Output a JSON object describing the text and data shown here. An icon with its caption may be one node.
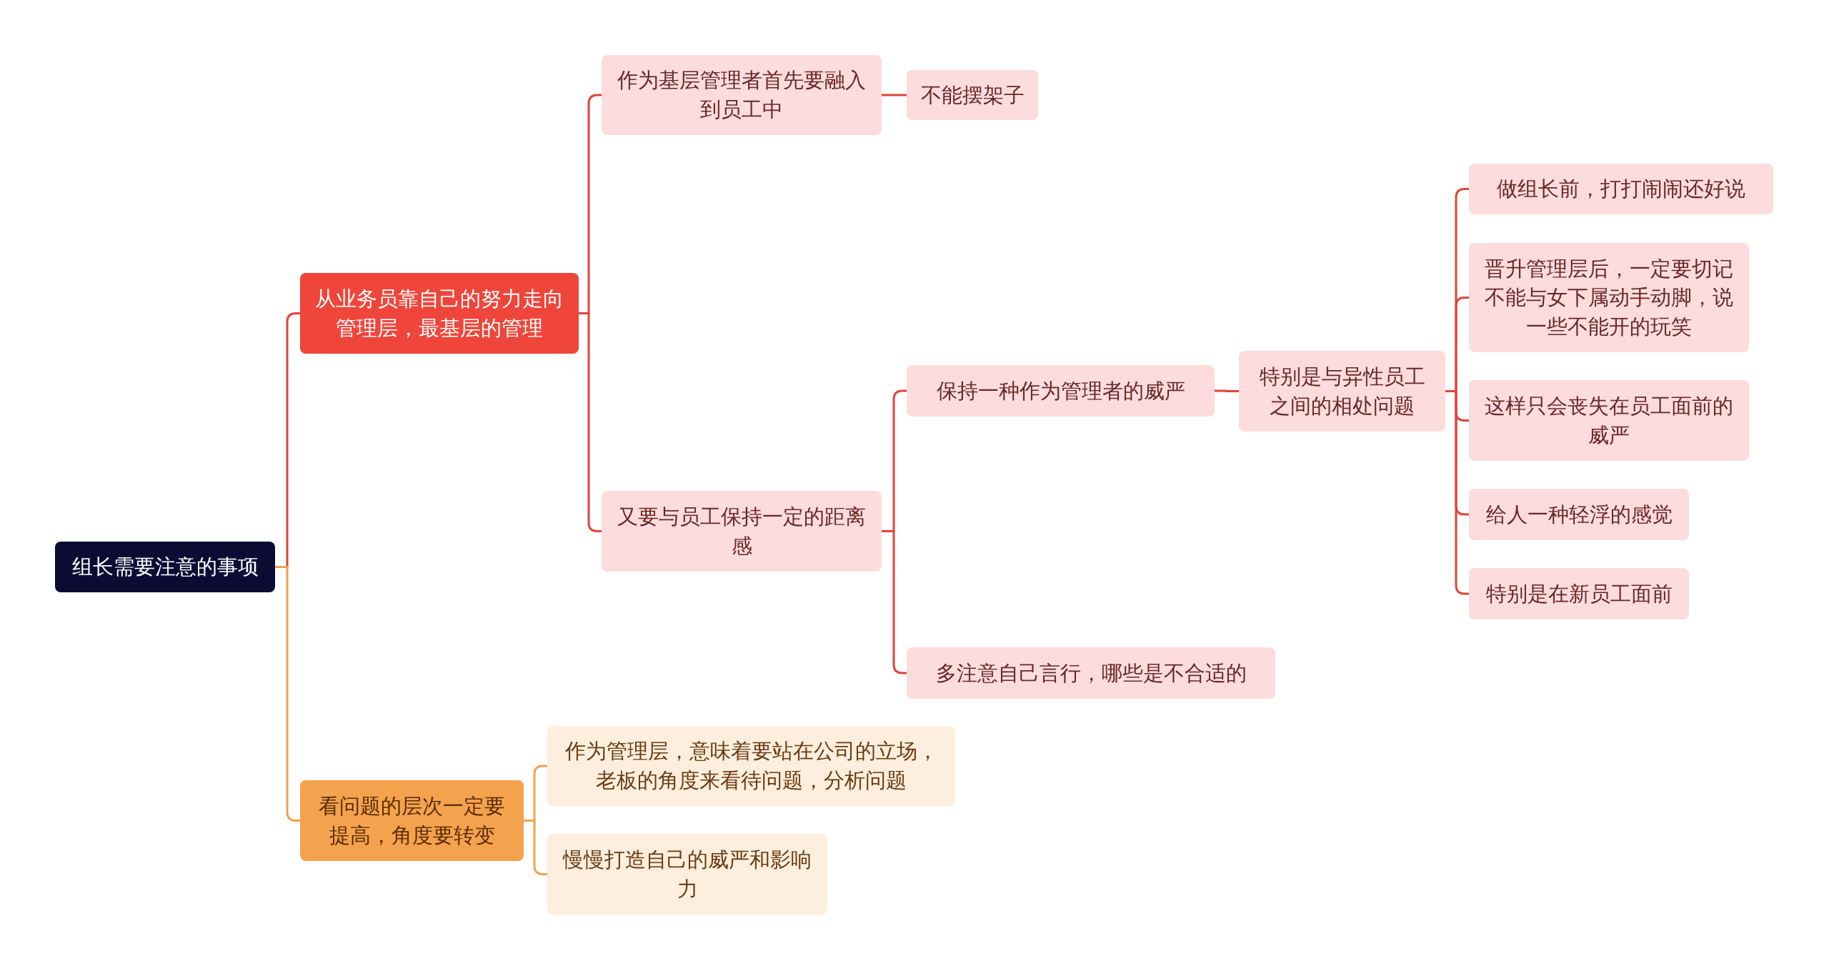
{
  "diagram": {
    "nodes": [
      {
        "text": [
          "组长需要注意的事项"
        ]
      },
      {
        "text": [
          "从业务员靠自己的努力走向管理层，最基层的管理"
        ]
      },
      {
        "text": [
          "作为基层管理者首先要融入到员工中"
        ]
      },
      {
        "text": [
          "不能摆架子"
        ]
      },
      {
        "text": [
          "又要与员工保持一定的距离感"
        ]
      },
      {
        "text": [
          "保持一种作为管理者的威严"
        ]
      },
      {
        "text": [
          "特别是与异性员工之间的相处问题"
        ]
      },
      {
        "text": [
          "做组长前，打打闹闹还好说"
        ]
      },
      {
        "text": [
          "晋升管理层后，一定要切记不能与女下属动手动脚，说一些不能开的玩笑"
        ]
      },
      {
        "text": [
          "这样只会丧失在员工面前的威严"
        ]
      },
      {
        "text": [
          "给人一种轻浮的感觉"
        ]
      },
      {
        "text": [
          "特别是在新员工面前"
        ]
      },
      {
        "text": [
          "多注意自己言行，哪些是不合适的"
        ]
      },
      {
        "text": [
          "看问题的层次一定要提高，角度要转变"
        ]
      },
      {
        "text": [
          "作为管理层，意味着要站在公司的立场，老板的角度来看待问题，分析问题"
        ]
      },
      {
        "text": [
          "慢慢打造自己的威严和影响力"
        ]
      }
    ],
    "edges": [
      {
        "from": 0,
        "to": 1,
        "arrow": "none"
      },
      {
        "from": 0,
        "to": 13,
        "arrow": "none",
        "color": "#eea24f"
      },
      {
        "from": 1,
        "to": 2,
        "arrow": "none"
      },
      {
        "from": 1,
        "to": 4,
        "arrow": "none"
      },
      {
        "from": 2,
        "to": 3,
        "arrow": "none"
      },
      {
        "from": 4,
        "to": 5,
        "arrow": "none"
      },
      {
        "from": 4,
        "to": 12,
        "arrow": "none"
      },
      {
        "from": 5,
        "to": 6,
        "arrow": "none"
      },
      {
        "from": 6,
        "to": 7,
        "arrow": "none"
      },
      {
        "from": 6,
        "to": 8,
        "arrow": "none"
      },
      {
        "from": 6,
        "to": 9,
        "arrow": "none"
      },
      {
        "from": 6,
        "to": 10,
        "arrow": "none"
      },
      {
        "from": 6,
        "to": 11,
        "arrow": "none"
      },
      {
        "from": 13,
        "to": 14,
        "arrow": "none",
        "color": "#eea24f"
      },
      {
        "from": 13,
        "to": 15,
        "arrow": "none",
        "color": "#eea24f"
      }
    ]
  }
}
